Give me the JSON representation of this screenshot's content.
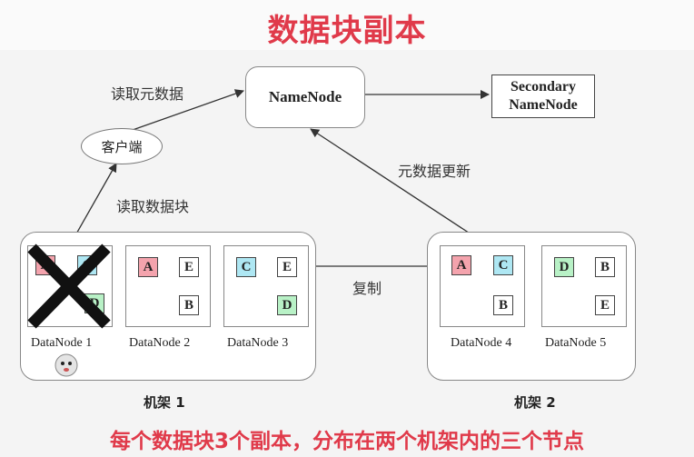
{
  "title": "数据块副本",
  "namenode": {
    "label": "NameNode"
  },
  "secondary": {
    "line1": "Secondary",
    "line2": "NameNode"
  },
  "client": {
    "label": "客户端"
  },
  "edge_labels": {
    "read_metadata": "读取元数据",
    "read_blocks": "读取数据块",
    "metadata_update": "元数据更新",
    "replicate": "复制"
  },
  "racks": [
    {
      "label": "机架 1",
      "datanodes": [
        {
          "label": "DataNode 1",
          "blocks": [
            "A",
            "C",
            "D"
          ],
          "failed": true
        },
        {
          "label": "DataNode 2",
          "blocks": [
            "A",
            "E",
            "B"
          ]
        },
        {
          "label": "DataNode 3",
          "blocks": [
            "C",
            "E",
            "D"
          ]
        }
      ]
    },
    {
      "label": "机架 2",
      "datanodes": [
        {
          "label": "DataNode 4",
          "blocks": [
            "A",
            "C",
            "B"
          ]
        },
        {
          "label": "DataNode 5",
          "blocks": [
            "D",
            "B",
            "E"
          ]
        }
      ]
    }
  ],
  "caption": "每个数据块3个副本，分布在两个机架内的三个节点",
  "colors": {
    "title": "#e03a4a",
    "block_a": "#f4a3ad",
    "block_c": "#aee7f3",
    "block_d": "#b8f1c6"
  }
}
